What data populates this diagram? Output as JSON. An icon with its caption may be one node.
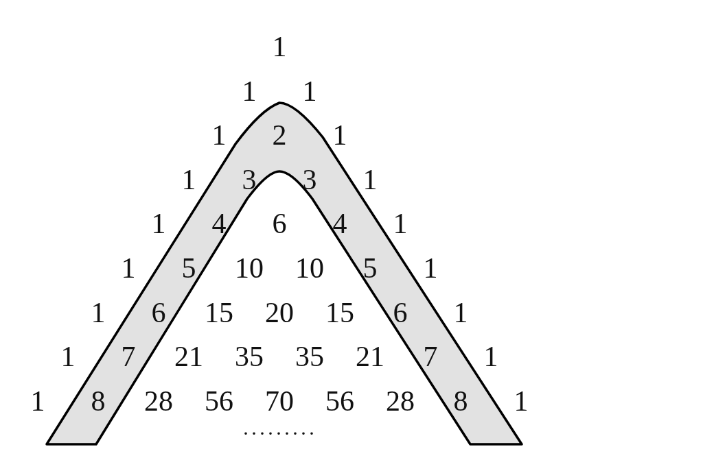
{
  "diagram": {
    "labels": [
      "1",
      "1",
      "1",
      "1",
      "2",
      "1",
      "1",
      "3",
      "3",
      "1",
      "1",
      "4",
      "6",
      "4",
      "1",
      "1",
      "5",
      "10",
      "10",
      "5",
      "1",
      "1",
      "6",
      "15",
      "20",
      "15",
      "6",
      "1",
      "1",
      "7",
      "21",
      "35",
      "35",
      "21",
      "7",
      "1",
      "1",
      "8",
      "28",
      "56",
      "70",
      "56",
      "28",
      "8",
      "1",
      "·········"
    ]
  }
}
